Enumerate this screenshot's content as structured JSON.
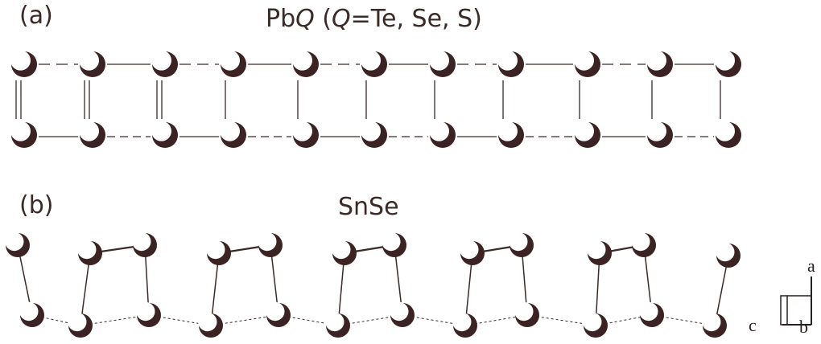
{
  "panel_a": {
    "label": "(a)",
    "title_prefix": "Pb",
    "title_q": "Q",
    "title_open": " (",
    "title_q2": "Q",
    "title_rest": "=Te, Se, S)"
  },
  "panel_b": {
    "label": "(b)",
    "title": "SnSe"
  },
  "axes": {
    "a": "a",
    "b": "b",
    "c": "c"
  },
  "colors": {
    "atom_dark": "#3a2322",
    "atom_light": "#ffffff",
    "bond": "#3a2a28",
    "text": "#3a2a28"
  }
}
